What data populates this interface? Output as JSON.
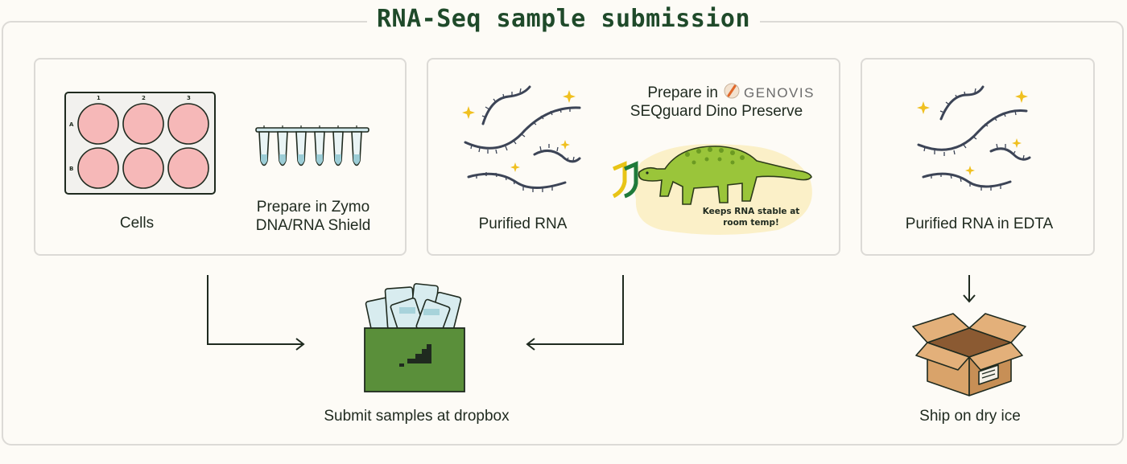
{
  "title": "RNA-Seq sample submission",
  "plate": {
    "columns": [
      "1",
      "2",
      "3"
    ],
    "rows": [
      "A",
      "B"
    ]
  },
  "cards": {
    "cells": {
      "label": "Cells"
    },
    "zymo": {
      "line1": "Prepare in Zymo",
      "line2": "DNA/RNA Shield"
    },
    "purified": {
      "label": "Purified RNA"
    },
    "genovis": {
      "prefix": "Prepare in",
      "brand": "GENOVIS",
      "line2": "SEQguard Dino Preserve",
      "callout_line1": "Keeps RNA stable at",
      "callout_line2": "room temp!"
    },
    "edta": {
      "label": "Purified RNA in EDTA"
    }
  },
  "bottom": {
    "dropbox_label": "Submit samples at dropbox",
    "ship_label": "Ship on dry ice"
  },
  "colors": {
    "title": "#1f4a2a",
    "well": "#f6b8b8",
    "rna": "#3c4456",
    "sparkle": "#f0c020",
    "dino": "#9ac53a",
    "dropbox": "#5a8f3a",
    "box": "#d9a36a"
  }
}
